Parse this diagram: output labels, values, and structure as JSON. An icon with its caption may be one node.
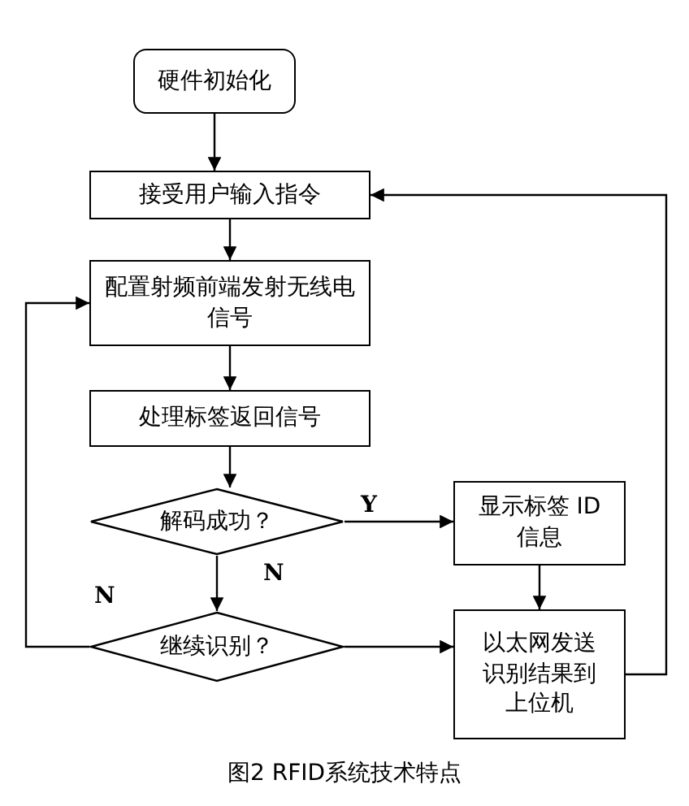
{
  "diagram": {
    "caption": "图2 RFID系统技术特点",
    "nodes": [
      {
        "text": [
          "硬件初始化"
        ]
      },
      {
        "text": [
          "接受用户输入指令"
        ]
      },
      {
        "text": [
          "配置射频前端发射无线电信号"
        ]
      },
      {
        "text": [
          "处理标签返回信号"
        ]
      },
      {
        "text": [
          "解码成功？"
        ]
      },
      {
        "text": [
          "显示标签 ID 信息"
        ]
      },
      {
        "text": [
          "继续识别？"
        ]
      },
      {
        "text": [
          "以太网发送识别结果到上位机"
        ]
      }
    ],
    "edges": [
      {
        "from": 0,
        "to": 1,
        "arrow": "to"
      },
      {
        "from": 1,
        "to": 2,
        "arrow": "to"
      },
      {
        "from": 2,
        "to": 3,
        "arrow": "to"
      },
      {
        "from": 3,
        "to": 4,
        "arrow": "to"
      },
      {
        "from": 4,
        "to": 5,
        "arrow": "to",
        "label": "Y"
      },
      {
        "from": 4,
        "to": 6,
        "arrow": "to",
        "label": "N"
      },
      {
        "from": 5,
        "to": 7,
        "arrow": "to"
      },
      {
        "from": 6,
        "to": 7,
        "arrow": "to"
      },
      {
        "from": 6,
        "to": 2,
        "arrow": "to",
        "label": "N"
      },
      {
        "from": 7,
        "to": 1,
        "arrow": "to"
      }
    ]
  }
}
